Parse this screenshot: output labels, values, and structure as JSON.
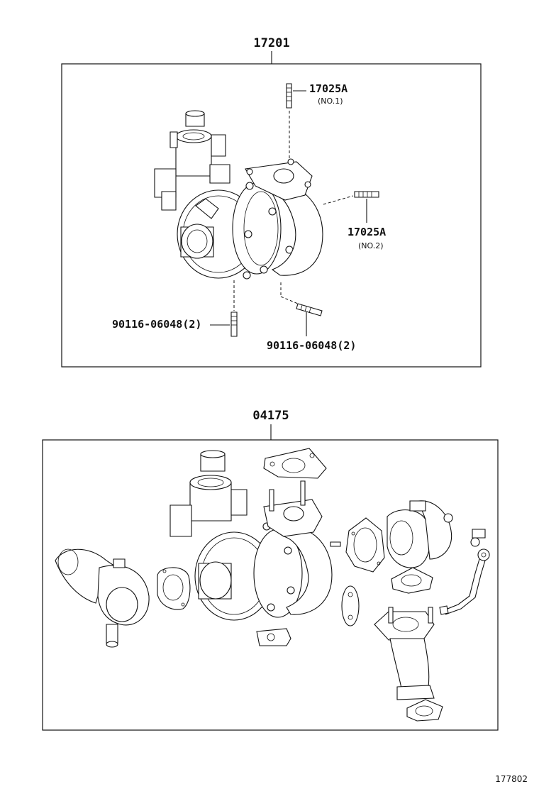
{
  "groups": [
    {
      "part_number": "17201"
    },
    {
      "part_number": "04175"
    }
  ],
  "callouts": [
    {
      "part_number": "17025A",
      "note": "(NO.1)"
    },
    {
      "part_number": "17025A",
      "note": "(NO.2)"
    },
    {
      "part_number": "90116-06048(2)"
    },
    {
      "part_number": "90116-06048(2)"
    }
  ],
  "figure_ref": "177802"
}
